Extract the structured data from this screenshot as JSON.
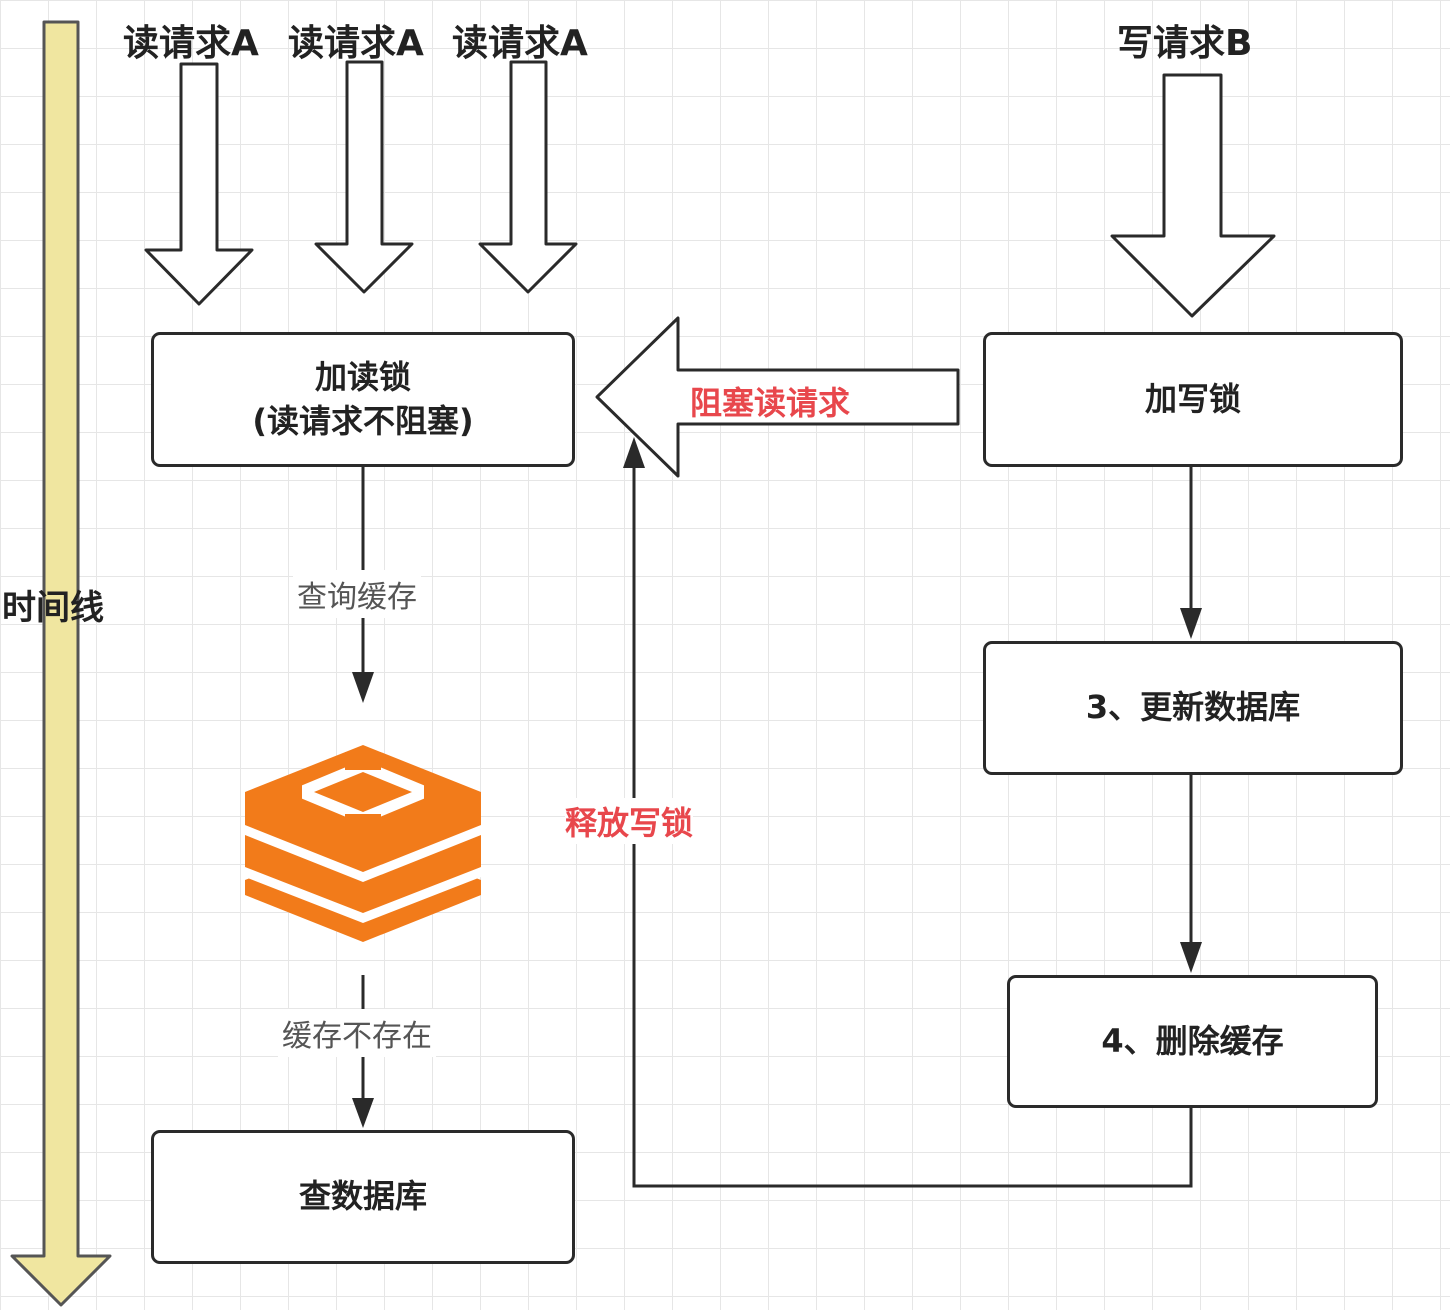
{
  "timeline": {
    "label": "时间线",
    "color": "#f0e6a0"
  },
  "read_requests": [
    {
      "label": "读请求A"
    },
    {
      "label": "读请求A"
    },
    {
      "label": "读请求A"
    }
  ],
  "write_request": {
    "label": "写请求B"
  },
  "boxes": {
    "read_lock": {
      "line1": "加读锁",
      "line2": "(读请求不阻塞)"
    },
    "write_lock": {
      "label": "加写锁"
    },
    "update_db": {
      "label": "3、更新数据库"
    },
    "delete_cache": {
      "label": "4、删除缓存"
    },
    "query_db": {
      "label": "查数据库"
    }
  },
  "edges": {
    "query_cache": "查询缓存",
    "cache_miss": "缓存不存在",
    "block_reads": "阻塞读请求",
    "release_write_lock": "释放写锁"
  },
  "icons": {
    "cache": "redis-icon",
    "cache_color": "#f27b1a"
  },
  "colors": {
    "accent_red": "#e8474c",
    "stroke": "#2a2a2a"
  }
}
